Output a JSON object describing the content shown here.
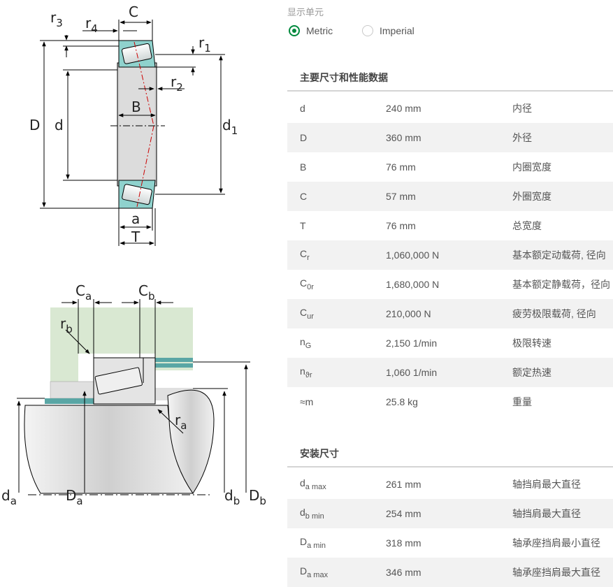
{
  "diagram": {
    "bearing_labels": {
      "r3": "r3",
      "r4": "r4",
      "C": "C",
      "r1": "r1",
      "r2": "r2",
      "D": "D",
      "d": "d",
      "B": "B",
      "d1": "d1",
      "a": "a",
      "T": "T"
    },
    "mounting_labels": {
      "Ca": "Ca",
      "Cb": "Cb",
      "rb": "rb",
      "ra": "ra",
      "da": "da",
      "Da": "Da",
      "db": "db",
      "Db": "Db"
    }
  },
  "units": {
    "title": "显示单元",
    "options": [
      {
        "label": "Metric",
        "selected": true
      },
      {
        "label": "Imperial",
        "selected": false
      }
    ]
  },
  "main": {
    "title": "主要尺寸和性能数据",
    "rows": [
      {
        "sym": "d",
        "sub": "",
        "value": "240 mm",
        "desc": "内径"
      },
      {
        "sym": "D",
        "sub": "",
        "value": "360 mm",
        "desc": "外径"
      },
      {
        "sym": "B",
        "sub": "",
        "value": "76 mm",
        "desc": "内圈宽度"
      },
      {
        "sym": "C",
        "sub": "",
        "value": "57 mm",
        "desc": "外圈宽度"
      },
      {
        "sym": "T",
        "sub": "",
        "value": "76 mm",
        "desc": "总宽度"
      },
      {
        "sym": "C",
        "sub": "r",
        "value": "1,060,000 N",
        "desc": "基本额定动载荷, 径向"
      },
      {
        "sym": "C",
        "sub": "0r",
        "value": "1,680,000 N",
        "desc": "基本额定静载荷，径向"
      },
      {
        "sym": "C",
        "sub": "ur",
        "value": "210,000 N",
        "desc": "疲劳极限载荷, 径向"
      },
      {
        "sym": "n",
        "sub": "G",
        "value": "2,150 1/min",
        "desc": "极限转速"
      },
      {
        "sym": "n",
        "sub": "ϑr",
        "value": "1,060 1/min",
        "desc": "额定热速"
      },
      {
        "sym": "≈m",
        "sub": "",
        "value": "25.8 kg",
        "desc": "重量"
      }
    ]
  },
  "mounting": {
    "title": "安装尺寸",
    "rows": [
      {
        "sym": "d",
        "sub": "a max",
        "value": "261 mm",
        "desc": "轴挡肩最大直径"
      },
      {
        "sym": "d",
        "sub": "b min",
        "value": "254 mm",
        "desc": "轴挡肩最大直径"
      },
      {
        "sym": "D",
        "sub": "a min",
        "value": "318 mm",
        "desc": "轴承座挡肩最小直径"
      },
      {
        "sym": "D",
        "sub": "a max",
        "value": "346 mm",
        "desc": "轴承座挡肩最大直径"
      }
    ]
  },
  "colors": {
    "accent": "#00893d",
    "ring_teal": "#8fd2cd",
    "housing_green": "#d9e8d2",
    "shaft_gray": "#d6d6d6",
    "seat_teal": "#5aa6a5"
  }
}
